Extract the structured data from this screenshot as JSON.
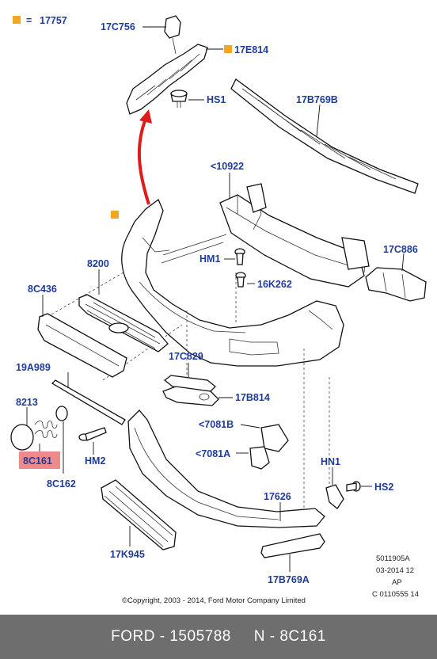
{
  "legend": {
    "symbol": "■",
    "equals": "=",
    "code": "17757",
    "color": "#f5a623"
  },
  "labels": {
    "c17c756": "17C756",
    "c17e814": "17E814",
    "hs1": "HS1",
    "c17b769b": "17B769B",
    "c10922": "<10922",
    "hm1": "HM1",
    "c16k262": "16K262",
    "c17c886": "17C886",
    "c8200": "8200",
    "c8c436": "8C436",
    "c17c829": "17C829",
    "c19a989": "19A989",
    "c17b814": "17B814",
    "c8213": "8213",
    "c7081b": "<7081B",
    "c7081a": "<7081A",
    "c8c161": "8C161",
    "hm2": "HM2",
    "c8c162": "8C162",
    "hn1": "HN1",
    "hs2": "HS2",
    "c17626": "17626",
    "c17k945": "17K945",
    "c17b769a": "17B769A"
  },
  "highlight": {
    "part": "8C161",
    "color": "#ef8a8a"
  },
  "arrow_color": "#e01b1b",
  "doc_info": {
    "line1": "5011905A",
    "line2": "03-2014 12",
    "line3": "AP",
    "line4": "C 0110555 14"
  },
  "copyright": "©Copyright, 2003 - 2014, Ford Motor Company Limited",
  "footer": {
    "text": "FORD - 1505788     N - 8C161"
  }
}
